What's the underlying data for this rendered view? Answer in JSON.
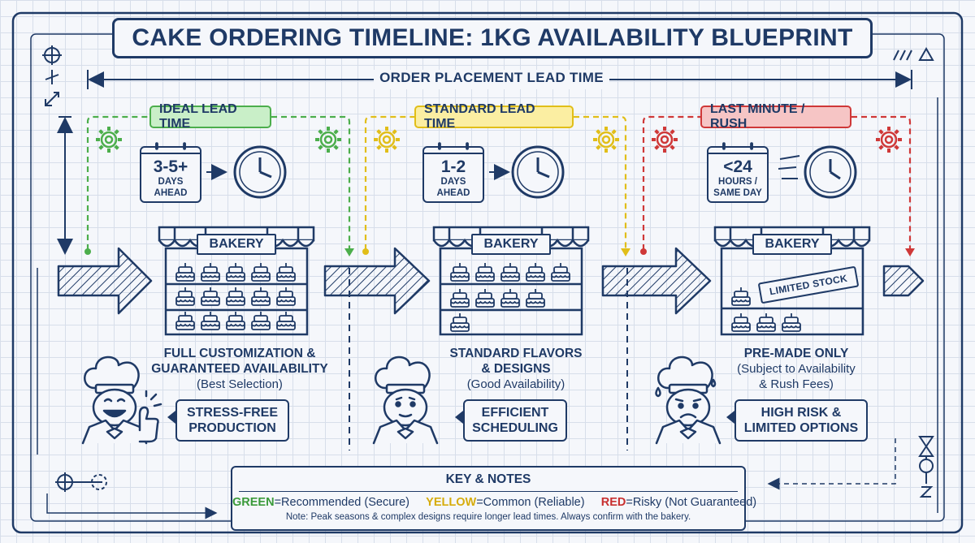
{
  "title": "CAKE ORDERING TIMELINE: 1KG AVAILABILITY BLUEPRINT",
  "lead_time_label": "ORDER PLACEMENT LEAD TIME",
  "colors": {
    "ink": "#1f3a66",
    "green": "#4cae4c",
    "yellow": "#e1be19",
    "red": "#cf3838"
  },
  "stages": [
    {
      "tag": "IDEAL LEAD TIME",
      "tag_color": "green",
      "cal_big": "3-5+",
      "cal_small_1": "DAYS",
      "cal_small_2": "AHEAD",
      "shop_sign": "BAKERY",
      "desc_1": "FULL CUSTOMIZATION &",
      "desc_2": "GUARANTEED AVAILABILITY",
      "desc_3": "(Best Selection)",
      "bubble_1": "STRESS-FREE",
      "bubble_2": "PRODUCTION",
      "chef": "happy-chef-thumbs-up-icon"
    },
    {
      "tag": "STANDARD LEAD TIME",
      "tag_color": "yellow",
      "cal_big": "1-2",
      "cal_small_1": "DAYS",
      "cal_small_2": "AHEAD",
      "shop_sign": "BAKERY",
      "desc_1": "STANDARD FLAVORS",
      "desc_2": "& DESIGNS",
      "desc_3": "(Good Availability)",
      "bubble_1": "EFFICIENT",
      "bubble_2": "SCHEDULING",
      "chef": "neutral-chef-icon"
    },
    {
      "tag": "LAST MINUTE / RUSH",
      "tag_color": "red",
      "cal_big": "<24",
      "cal_small_1": "HOURS /",
      "cal_small_2": "SAME DAY",
      "shop_sign": "BAKERY",
      "stamp": "LIMITED STOCK",
      "desc_1": "PRE-MADE ONLY",
      "desc_2": "(Subject to Availability",
      "desc_3": "& Rush Fees)",
      "bubble_1": "HIGH RISK &",
      "bubble_2": "LIMITED OPTIONS",
      "chef": "worried-chef-icon"
    }
  ],
  "key": {
    "title": "KEY & NOTES",
    "green_label": "GREEN",
    "green_text": "=Recommended (Secure)",
    "yellow_label": "YELLOW",
    "yellow_text": "=Common (Reliable)",
    "red_label": "RED",
    "red_text": "=Risky (Not Guaranteed)",
    "note": "Note: Peak seasons & complex designs require longer lead times. Always confirm with the bakery."
  }
}
